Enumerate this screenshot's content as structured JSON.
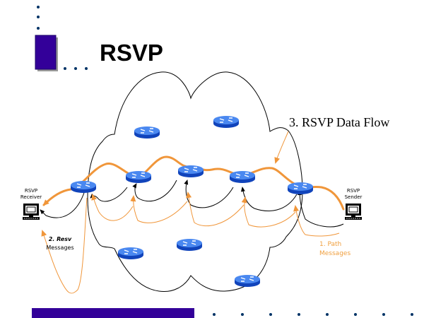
{
  "slide": {
    "title": "RSVP",
    "colors": {
      "accent_block": "#330099",
      "bullet_dot": "#003366",
      "router_blue": "#3377ee",
      "router_dark": "#1144bb",
      "flow_orange": "#f0963a",
      "cloud_line": "#000000"
    }
  },
  "diagram": {
    "data_flow_label": "3. RSVP Data Flow",
    "receiver": {
      "label_line1": "RSVP",
      "label_line2": "Receiver",
      "icon": "computer-icon"
    },
    "sender": {
      "label_line1": "RSVP",
      "label_line2": "Sender",
      "icon": "computer-icon"
    },
    "resv_messages": {
      "line1": "2. Resv",
      "line2": "Messages"
    },
    "path_messages": {
      "line1": "1. Path",
      "line2": "Messages"
    },
    "routers": [
      {
        "id": "r1",
        "role": "path"
      },
      {
        "id": "r2",
        "role": "path"
      },
      {
        "id": "r3",
        "role": "path"
      },
      {
        "id": "r4",
        "role": "path"
      },
      {
        "id": "r5",
        "role": "path"
      },
      {
        "id": "r6",
        "role": "idle"
      },
      {
        "id": "r7",
        "role": "idle"
      },
      {
        "id": "r8",
        "role": "idle"
      },
      {
        "id": "r9",
        "role": "idle"
      },
      {
        "id": "r10",
        "role": "idle"
      }
    ]
  }
}
